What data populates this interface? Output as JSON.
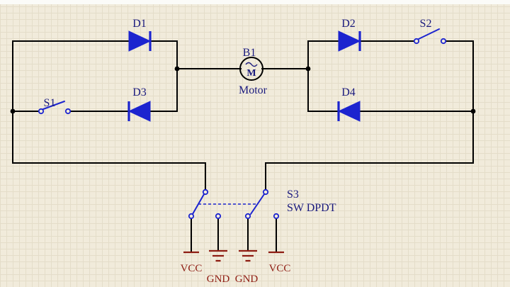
{
  "schematic": {
    "labels": {
      "d1": "D1",
      "d2": "D2",
      "d3": "D3",
      "d4": "D4",
      "s1": "S1",
      "s2": "S2",
      "s3": "S3",
      "s3_type": "SW DPDT",
      "b1": "B1",
      "b1_name": "Motor",
      "vcc_left": "VCC",
      "vcc_right": "VCC",
      "gnd_left": "GND",
      "gnd_right": "GND"
    },
    "icons": {
      "motor_glyph": "M",
      "motor_wave": "∼",
      "ground": "stacked-bars-icon",
      "vcc": "power-bar-icon"
    },
    "colors": {
      "background": "#f1ebdb",
      "grid": "#e4ddc9",
      "wire": "#000000",
      "component": "#1c24cf",
      "label": "#1a1a7e",
      "power": "#8e1c12"
    }
  }
}
